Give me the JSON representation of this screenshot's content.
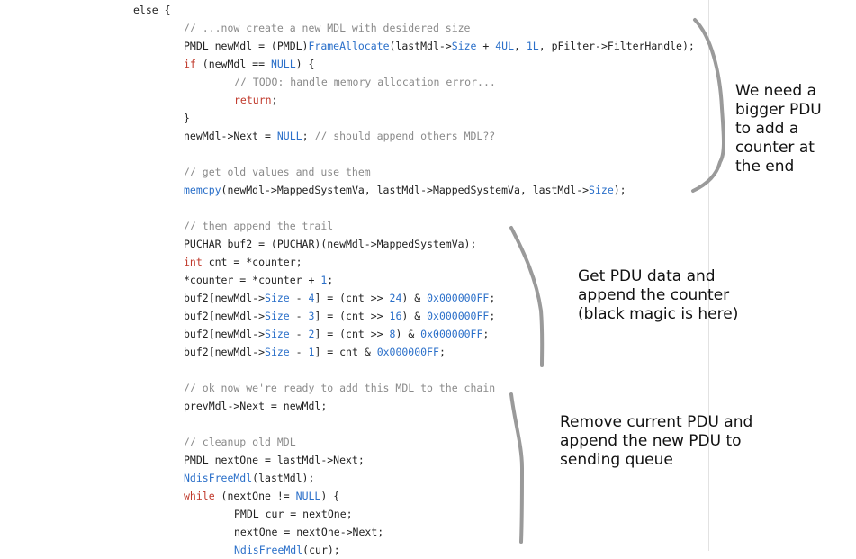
{
  "editor": {
    "lines": [
      {
        "indent": 2,
        "tokens": [
          {
            "t": "else {",
            "c": "plain"
          }
        ]
      },
      {
        "indent": 3,
        "tokens": [
          {
            "t": "// ...now create a new MDL with desidered size",
            "c": "cmt"
          }
        ]
      },
      {
        "indent": 3,
        "tokens": [
          {
            "t": "PMDL newMdl = (PMDL)",
            "c": "plain"
          },
          {
            "t": "FrameAllocate",
            "c": "fn"
          },
          {
            "t": "(lastMdl->",
            "c": "plain"
          },
          {
            "t": "Size",
            "c": "mem"
          },
          {
            "t": " + ",
            "c": "plain"
          },
          {
            "t": "4UL",
            "c": "num"
          },
          {
            "t": ", ",
            "c": "plain"
          },
          {
            "t": "1L",
            "c": "num"
          },
          {
            "t": ", pFilter->FilterHandle);",
            "c": "plain"
          }
        ]
      },
      {
        "indent": 3,
        "tokens": [
          {
            "t": "if",
            "c": "kw"
          },
          {
            "t": " (newMdl == ",
            "c": "plain"
          },
          {
            "t": "NULL",
            "c": "num"
          },
          {
            "t": ") {",
            "c": "plain"
          }
        ]
      },
      {
        "indent": 4,
        "tokens": [
          {
            "t": "// TODO: handle memory allocation error...",
            "c": "cmt"
          }
        ]
      },
      {
        "indent": 4,
        "tokens": [
          {
            "t": "return",
            "c": "kw"
          },
          {
            "t": ";",
            "c": "plain"
          }
        ]
      },
      {
        "indent": 3,
        "tokens": [
          {
            "t": "}",
            "c": "plain"
          }
        ]
      },
      {
        "indent": 3,
        "tokens": [
          {
            "t": "newMdl->Next = ",
            "c": "plain"
          },
          {
            "t": "NULL",
            "c": "num"
          },
          {
            "t": "; ",
            "c": "plain"
          },
          {
            "t": "// should append others MDL??",
            "c": "cmt"
          }
        ]
      },
      {
        "indent": 0,
        "tokens": []
      },
      {
        "indent": 3,
        "tokens": [
          {
            "t": "// get old values and use them",
            "c": "cmt"
          }
        ]
      },
      {
        "indent": 3,
        "tokens": [
          {
            "t": "memcpy",
            "c": "fn"
          },
          {
            "t": "(newMdl->MappedSystemVa, lastMdl->MappedSystemVa, lastMdl->",
            "c": "plain"
          },
          {
            "t": "Size",
            "c": "mem"
          },
          {
            "t": ");",
            "c": "plain"
          }
        ]
      },
      {
        "indent": 0,
        "tokens": []
      },
      {
        "indent": 3,
        "tokens": [
          {
            "t": "// then append the trail",
            "c": "cmt"
          }
        ]
      },
      {
        "indent": 3,
        "tokens": [
          {
            "t": "PUCHAR buf2 = (PUCHAR)(newMdl->MappedSystemVa);",
            "c": "plain"
          }
        ]
      },
      {
        "indent": 3,
        "tokens": [
          {
            "t": "int",
            "c": "kw"
          },
          {
            "t": " cnt = *counter;",
            "c": "plain"
          }
        ]
      },
      {
        "indent": 3,
        "tokens": [
          {
            "t": "*counter = *counter + ",
            "c": "plain"
          },
          {
            "t": "1",
            "c": "num"
          },
          {
            "t": ";",
            "c": "plain"
          }
        ]
      },
      {
        "indent": 3,
        "tokens": [
          {
            "t": "buf2[newMdl->",
            "c": "plain"
          },
          {
            "t": "Size",
            "c": "mem"
          },
          {
            "t": " - ",
            "c": "plain"
          },
          {
            "t": "4",
            "c": "num"
          },
          {
            "t": "] = (cnt >> ",
            "c": "plain"
          },
          {
            "t": "24",
            "c": "num"
          },
          {
            "t": ") & ",
            "c": "plain"
          },
          {
            "t": "0x000000FF",
            "c": "num"
          },
          {
            "t": ";",
            "c": "plain"
          }
        ]
      },
      {
        "indent": 3,
        "tokens": [
          {
            "t": "buf2[newMdl->",
            "c": "plain"
          },
          {
            "t": "Size",
            "c": "mem"
          },
          {
            "t": " - ",
            "c": "plain"
          },
          {
            "t": "3",
            "c": "num"
          },
          {
            "t": "] = (cnt >> ",
            "c": "plain"
          },
          {
            "t": "16",
            "c": "num"
          },
          {
            "t": ") & ",
            "c": "plain"
          },
          {
            "t": "0x000000FF",
            "c": "num"
          },
          {
            "t": ";",
            "c": "plain"
          }
        ]
      },
      {
        "indent": 3,
        "tokens": [
          {
            "t": "buf2[newMdl->",
            "c": "plain"
          },
          {
            "t": "Size",
            "c": "mem"
          },
          {
            "t": " - ",
            "c": "plain"
          },
          {
            "t": "2",
            "c": "num"
          },
          {
            "t": "] = (cnt >> ",
            "c": "plain"
          },
          {
            "t": "8",
            "c": "num"
          },
          {
            "t": ") & ",
            "c": "plain"
          },
          {
            "t": "0x000000FF",
            "c": "num"
          },
          {
            "t": ";",
            "c": "plain"
          }
        ]
      },
      {
        "indent": 3,
        "tokens": [
          {
            "t": "buf2[newMdl->",
            "c": "plain"
          },
          {
            "t": "Size",
            "c": "mem"
          },
          {
            "t": " - ",
            "c": "plain"
          },
          {
            "t": "1",
            "c": "num"
          },
          {
            "t": "] = cnt & ",
            "c": "plain"
          },
          {
            "t": "0x000000FF",
            "c": "num"
          },
          {
            "t": ";",
            "c": "plain"
          }
        ]
      },
      {
        "indent": 0,
        "tokens": []
      },
      {
        "indent": 3,
        "tokens": [
          {
            "t": "// ok now we're ready to add this MDL to the chain",
            "c": "cmt"
          }
        ]
      },
      {
        "indent": 3,
        "tokens": [
          {
            "t": "prevMdl->Next = newMdl;",
            "c": "plain"
          }
        ]
      },
      {
        "indent": 0,
        "tokens": []
      },
      {
        "indent": 3,
        "tokens": [
          {
            "t": "// cleanup old MDL",
            "c": "cmt"
          }
        ]
      },
      {
        "indent": 3,
        "tokens": [
          {
            "t": "PMDL nextOne = lastMdl->Next;",
            "c": "plain"
          }
        ]
      },
      {
        "indent": 3,
        "tokens": [
          {
            "t": "NdisFreeMdl",
            "c": "fn"
          },
          {
            "t": "(lastMdl);",
            "c": "plain"
          }
        ]
      },
      {
        "indent": 3,
        "tokens": [
          {
            "t": "while",
            "c": "kw"
          },
          {
            "t": " (nextOne != ",
            "c": "plain"
          },
          {
            "t": "NULL",
            "c": "num"
          },
          {
            "t": ") {",
            "c": "plain"
          }
        ]
      },
      {
        "indent": 4,
        "tokens": [
          {
            "t": "PMDL cur = nextOne;",
            "c": "plain"
          }
        ]
      },
      {
        "indent": 4,
        "tokens": [
          {
            "t": "nextOne = nextOne->Next;",
            "c": "plain"
          }
        ]
      },
      {
        "indent": 4,
        "tokens": [
          {
            "t": "NdisFreeMdl",
            "c": "fn"
          },
          {
            "t": "(cur);",
            "c": "plain"
          }
        ]
      }
    ]
  },
  "annotations": [
    {
      "text": "We need a\nbigger PDU\nto add a\ncounter at\nthe end"
    },
    {
      "text": "Get PDU data and\nappend the counter\n(black magic is here)"
    },
    {
      "text": "Remove current PDU and\nappend the new PDU to\nsending queue"
    }
  ],
  "colors": {
    "keyword": "#c0392b",
    "function": "#2a6fc9",
    "number": "#2a6fc9",
    "comment": "#8a8a8a",
    "text": "#222222",
    "bracket": "#9a9a9a"
  }
}
